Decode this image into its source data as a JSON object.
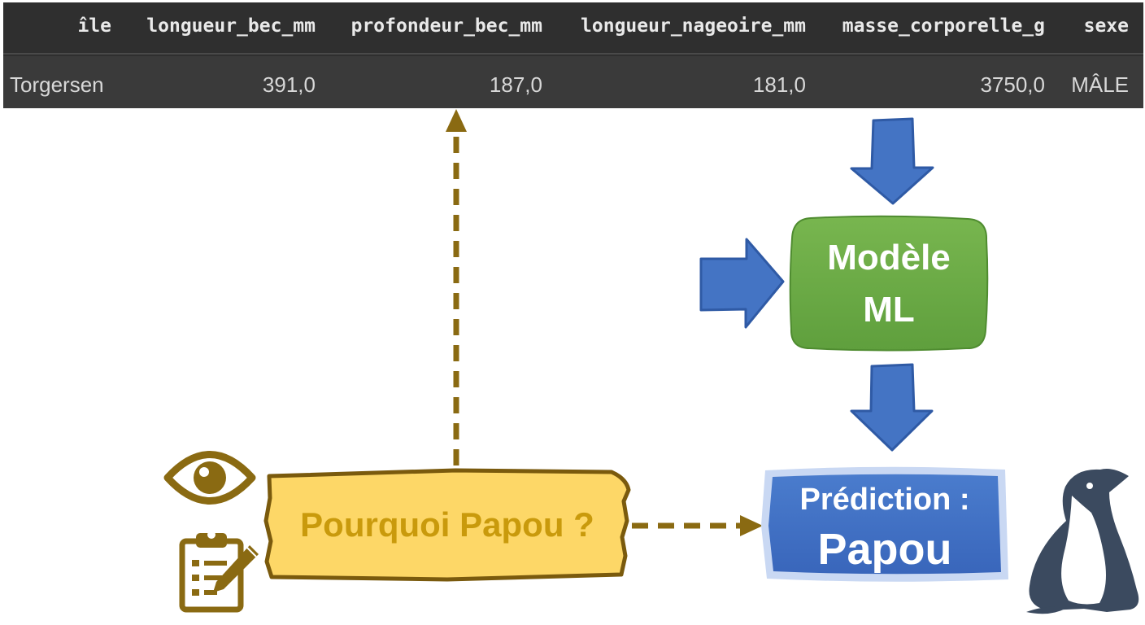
{
  "table": {
    "headers": [
      "île",
      "longueur_bec_mm",
      "profondeur_bec_mm",
      "longueur_nageoire_mm",
      "masse_corporelle_g",
      "sexe"
    ],
    "row": [
      "Torgersen",
      "391,0",
      "187,0",
      "181,0",
      "3750,0",
      "MÂLE"
    ]
  },
  "model_box": {
    "line1": "Modèle",
    "line2": "ML"
  },
  "prediction_box": {
    "line1": "Prédiction :",
    "line2": "Papou"
  },
  "question_box": {
    "label": "Pourquoi Papou ?"
  },
  "icons": [
    "eye-icon",
    "clipboard-pencil-icon",
    "penguin-icon",
    "blue-arrow-icon"
  ],
  "colors": {
    "table_bg": "#2f2f2f",
    "model_green": "#6aaa45",
    "prediction_blue": "#3f6fc4",
    "question_yellow": "#fdd767",
    "explain_brown": "#8a6a12",
    "arrow_blue": "#4474c4",
    "penguin": "#3b4a5f"
  }
}
